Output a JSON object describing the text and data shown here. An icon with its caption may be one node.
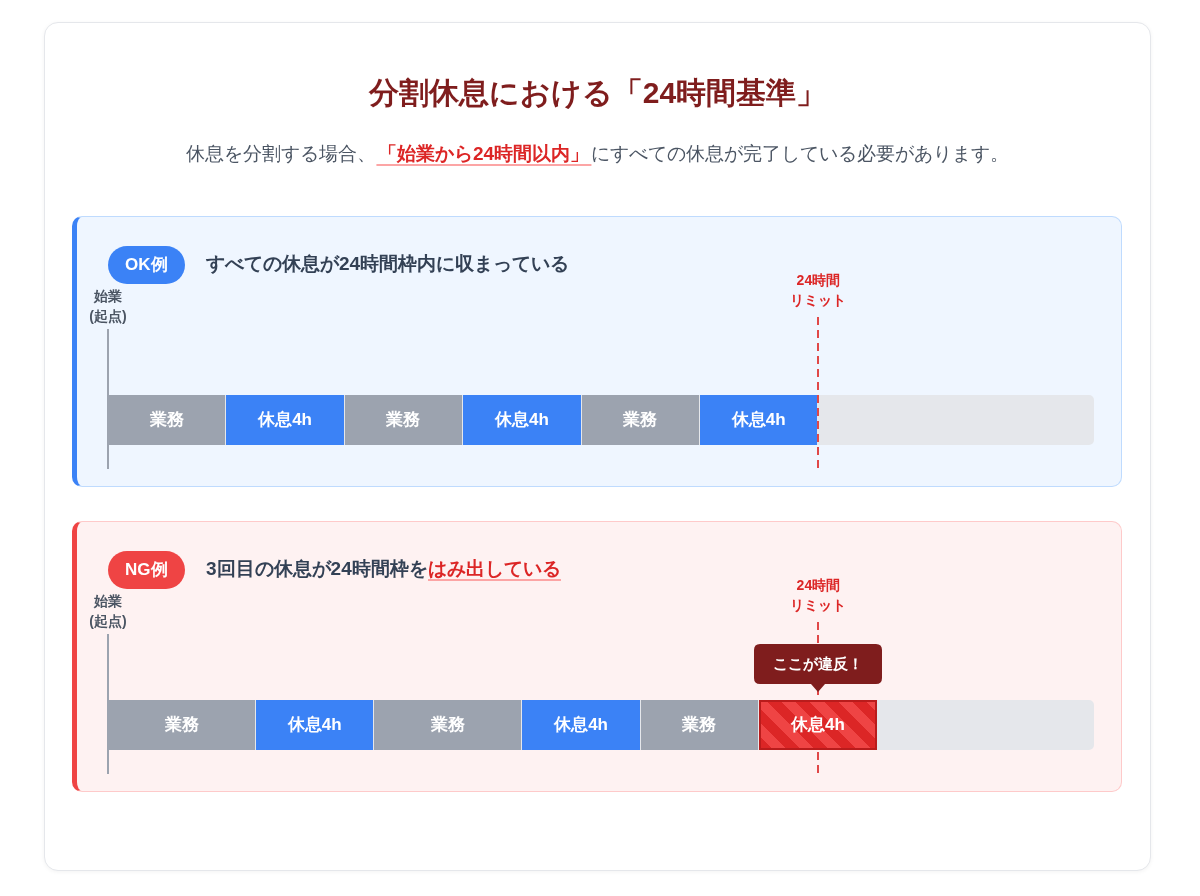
{
  "diagram": {
    "title": "分割休息における「24時間基準」",
    "nodes": [
      {
        "text": [
          "すべての休息が24時間枠内に収まっている"
        ]
      },
      {
        "text": [
          "OK例"
        ],
        "in": 0
      },
      {
        "text": [],
        "shape": "bar",
        "in": 0
      },
      {
        "text": [
          "業務"
        ],
        "in": 2
      },
      {
        "text": [
          "休息4h"
        ],
        "in": 2
      },
      {
        "text": [
          "業務"
        ],
        "in": 2
      },
      {
        "text": [
          "休息4h"
        ],
        "in": 2
      },
      {
        "text": [
          "業務"
        ],
        "in": 2
      },
      {
        "text": [
          "休息4h"
        ],
        "in": 2
      },
      {
        "text": [
          "3回目の休息が24時間枠を**はみ出している**"
        ]
      },
      {
        "text": [
          "NG例"
        ],
        "in": 9
      },
      {
        "text": [
          "ここが違反！"
        ],
        "in": 9
      },
      {
        "text": [],
        "shape": "bar",
        "in": 9
      },
      {
        "text": [
          "業務"
        ],
        "in": 12
      },
      {
        "text": [
          "休息4h"
        ],
        "in": 12
      },
      {
        "text": [
          "業務"
        ],
        "in": 12
      },
      {
        "text": [
          "休息4h"
        ],
        "in": 12
      },
      {
        "text": [
          "業務"
        ],
        "in": 12
      },
      {
        "text": [
          "休息4h"
        ],
        "in": 12
      }
    ],
    "labels": [
      "休息を分割する場合、**「始業から24時間以内」**にすべての休息が完了している必要があります。",
      "始業(起点)",
      "24時間リミット",
      "始業(起点)",
      "24時間リミット"
    ]
  }
}
